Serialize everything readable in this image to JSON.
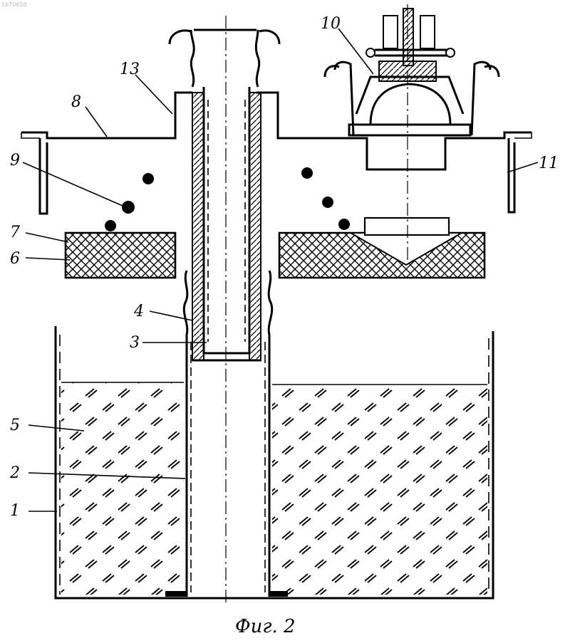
{
  "figure": {
    "caption": "Фиг. 2",
    "corner_mark": "1670658"
  },
  "labels": {
    "l1": "1",
    "l2": "2",
    "l3": "3",
    "l4": "4",
    "l5": "5",
    "l6": "6",
    "l7": "7",
    "l8": "8",
    "l9": "9",
    "l10": "10",
    "l11": "11",
    "l13": "13"
  }
}
